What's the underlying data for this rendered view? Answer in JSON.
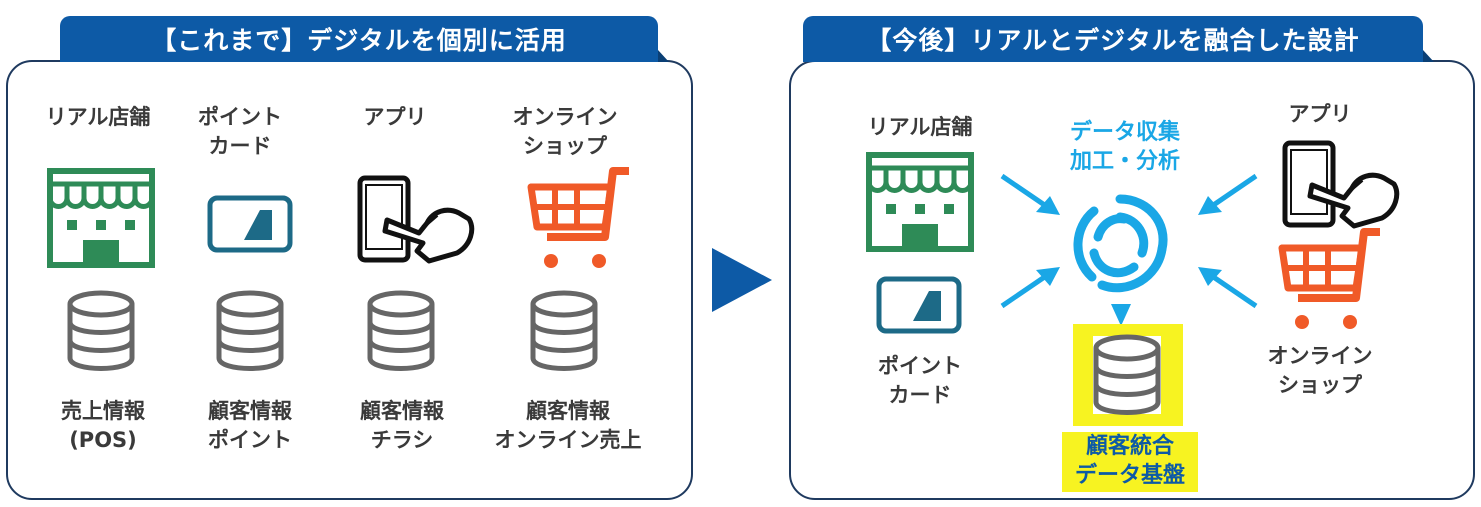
{
  "left": {
    "title": "【これまで】デジタルを個別に活用",
    "channels": [
      {
        "lines": [
          "リアル店舗"
        ],
        "icon": "store-icon",
        "data_lines": [
          "売上情報",
          "(POS)"
        ]
      },
      {
        "lines": [
          "ポイント",
          "カード"
        ],
        "icon": "point-card-icon",
        "data_lines": [
          "顧客情報",
          "ポイント"
        ]
      },
      {
        "lines": [
          "アプリ"
        ],
        "icon": "smartphone-tap-icon",
        "data_lines": [
          "顧客情報",
          "チラシ"
        ]
      },
      {
        "lines": [
          "オンライン",
          "ショップ"
        ],
        "icon": "shopping-cart-icon",
        "data_lines": [
          "顧客情報",
          "オンライン売上"
        ]
      }
    ]
  },
  "right": {
    "title": "【今後】リアルとデジタルを融合した設計",
    "store": [
      "リアル店舗"
    ],
    "card": [
      "ポイント",
      "カード"
    ],
    "app": [
      "アプリ"
    ],
    "shop": [
      "オンライン",
      "ショップ"
    ],
    "center": [
      "データ収集",
      "加工・分析"
    ],
    "platform": [
      "顧客統合",
      "データ基盤"
    ]
  },
  "colors": {
    "panel_border": "#1f3a5f",
    "ribbon": "#0d5aa6",
    "store_green": "#2e8b57",
    "card_teal": "#1d6a87",
    "cart_orange": "#f05a28",
    "arrow_cyan": "#1aa7e6",
    "highlight": "#f7f321",
    "database_gray": "#666666"
  }
}
